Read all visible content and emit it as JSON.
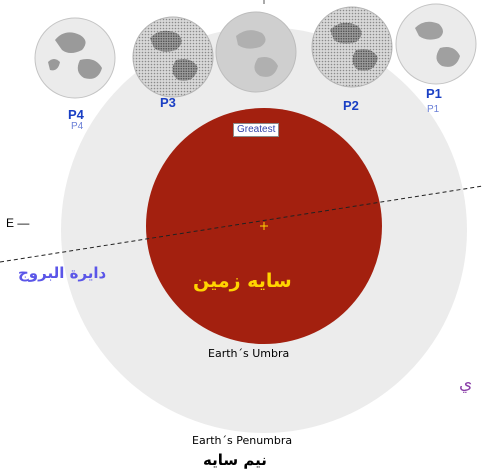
{
  "labels": {
    "greatest": "Greatest",
    "umbra_en": "Earth´s Umbra",
    "umbra_fa": "سایه زمین",
    "penumbra_en": "Earth´s Penumbra",
    "penumbra_fa": "نیم سایه",
    "ecliptic_fa": "دایرة البروج",
    "east": "E —",
    "right_fragment": "ي"
  },
  "positions": [
    {
      "bold": "P4",
      "small": "P4"
    },
    {
      "bold": "P3",
      "small": ""
    },
    {
      "bold": "P2",
      "small": ""
    },
    {
      "bold": "P1",
      "small": "P1"
    }
  ],
  "colors": {
    "umbra": "#a3200f",
    "penumbra": "#ececec",
    "moon_light": "#e4e4e4",
    "moon_dark": "#7a7a7a",
    "label_blue": "#1a3fc4",
    "umbra_label": "#ffd400"
  }
}
